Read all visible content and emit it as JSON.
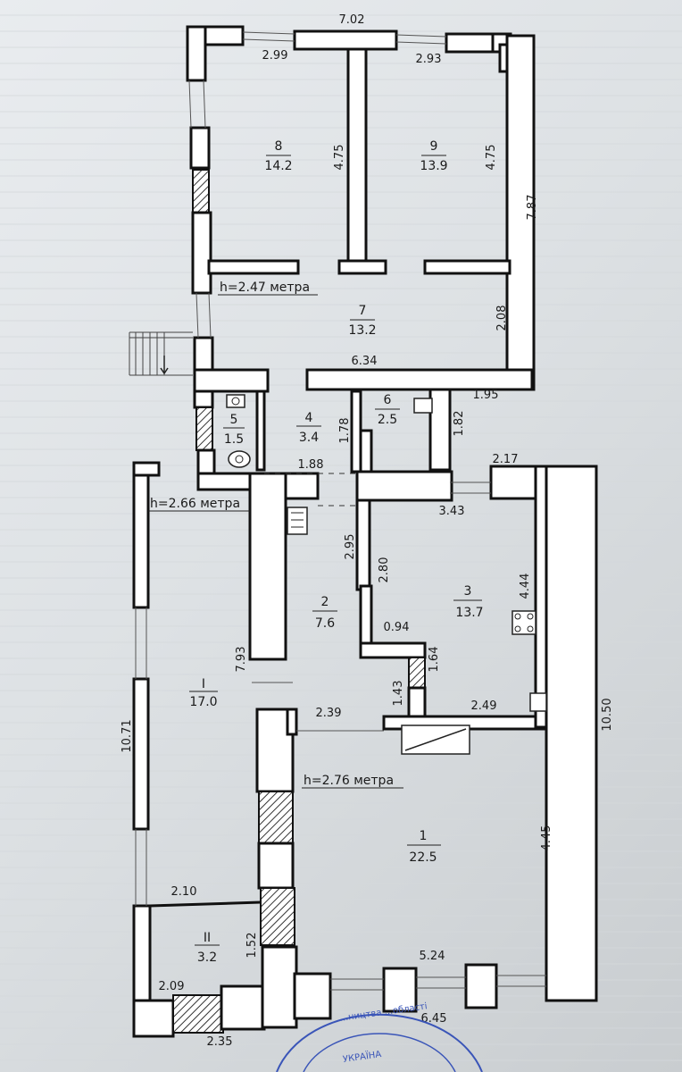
{
  "rooms": [
    {
      "id": "8",
      "number": "8",
      "area": "14.2"
    },
    {
      "id": "9",
      "number": "9",
      "area": "13.9"
    },
    {
      "id": "7",
      "number": "7",
      "area": "13.2"
    },
    {
      "id": "5",
      "number": "5",
      "area": "1.5"
    },
    {
      "id": "4",
      "number": "4",
      "area": "3.4"
    },
    {
      "id": "6",
      "number": "6",
      "area": "2.5"
    },
    {
      "id": "2",
      "number": "2",
      "area": "7.6"
    },
    {
      "id": "3",
      "number": "3",
      "area": "13.7"
    },
    {
      "id": "I",
      "number": "I",
      "area": "17.0"
    },
    {
      "id": "1",
      "number": "1",
      "area": "22.5"
    },
    {
      "id": "II",
      "number": "II",
      "area": "3.2"
    }
  ],
  "dimensions": [
    "7.02",
    "2.99",
    "2.93",
    "4.75",
    "4.75",
    "7.87",
    "2.08",
    "6.34",
    "1.95",
    "1.78",
    "1.82",
    "1.88",
    "2.17",
    "3.43",
    "2.95",
    "2.80",
    "4.44",
    "0.94",
    "1.64",
    "7.93",
    "1.43",
    "2.39",
    "2.49",
    "10.71",
    "10.50",
    "4.45",
    "2.10",
    "1.52",
    "5.24",
    "2.09",
    "2.35",
    "6.45"
  ],
  "heights": [
    "h=2.47 метра",
    "h=2.66 метра",
    "h=2.76 метра"
  ],
  "stamp": {
    "text_1": "УКРАЇНА",
    "text_2": "...ництва ...області"
  },
  "colors": {
    "wall_stroke": "#111111",
    "wall_fill": "#ffffff",
    "stamp": "#3a55b8"
  }
}
